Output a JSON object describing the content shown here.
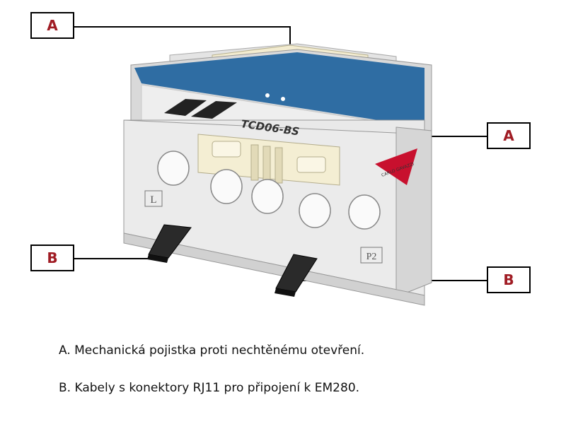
{
  "device": {
    "model_label": "TCD06-BS",
    "brand_label": "CARLO GAVAZZI",
    "terminal_left": "L",
    "terminal_right": "P2"
  },
  "callouts": [
    {
      "id": "top-a",
      "letter": "A"
    },
    {
      "id": "mid-a",
      "letter": "A"
    },
    {
      "id": "left-b",
      "letter": "B"
    },
    {
      "id": "right-b",
      "letter": "B"
    }
  ],
  "legend": [
    {
      "text": "A. Mechanická pojistka proti nechtěnému otevření."
    },
    {
      "text": "B. Kabely s konektory RJ11 pro připojení k EM280."
    }
  ]
}
